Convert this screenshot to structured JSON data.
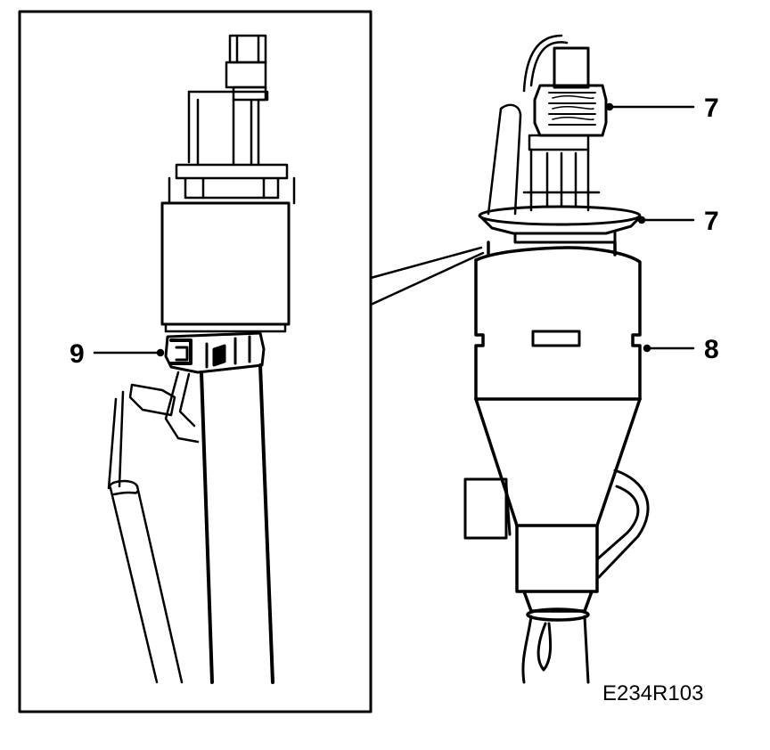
{
  "callouts": {
    "upper_right_7": "7",
    "lower_right_7": "7",
    "right_8": "8",
    "left_9": "9"
  },
  "figure_code": "E234R103",
  "colors": {
    "line": "#000000",
    "background": "#ffffff"
  }
}
